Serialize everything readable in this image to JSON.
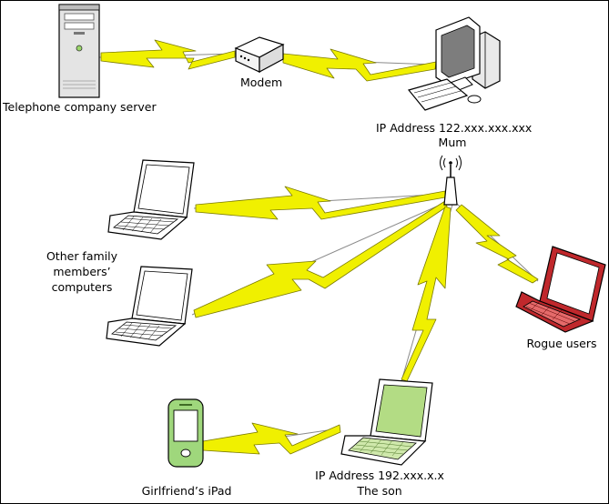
{
  "colors": {
    "wireless_link": "#f0f000",
    "link_outline": "#7a7a00",
    "wire": "#8a8a8a",
    "device_body": "#ffffff",
    "device_outline": "#000000",
    "server_body": "#e4e4e4",
    "ipad_green": "#9fd77c",
    "son_laptop_screen": "#b3dc84",
    "rogue_laptop_red": "#c0282c"
  },
  "nodes": {
    "telephone_server": {
      "label": "Telephone company server",
      "icon": "tower-server-icon"
    },
    "modem": {
      "label": "Modem",
      "icon": "modem-icon"
    },
    "mum_pc": {
      "label_line1": "IP Address 122.xxx.xxx.xxx",
      "label_line2": "Mum",
      "icon": "desktop-computer-icon"
    },
    "wifi_router": {
      "icon": "wifi-router-icon"
    },
    "family_computers": {
      "label_line1": "Other family",
      "label_line2": "members’",
      "label_line3": "computers",
      "icon": "laptop-icon"
    },
    "rogue_users": {
      "label": "Rogue users",
      "icon": "red-laptop-icon"
    },
    "son_laptop": {
      "label_line1": "IP Address 192.xxx.x.x",
      "label_line2": "The son",
      "icon": "green-laptop-icon"
    },
    "girlfriend_ipad": {
      "label": "Girlfriend’s iPad",
      "icon": "tablet-icon"
    }
  },
  "links": [
    {
      "from": "telephone_server",
      "to": "modem",
      "kind": "lightning"
    },
    {
      "from": "modem",
      "to": "mum_pc",
      "kind": "lightning"
    },
    {
      "from": "wifi_router",
      "to": "family_computers",
      "kind": "lightning"
    },
    {
      "from": "wifi_router",
      "to": "family_computers",
      "kind": "lightning"
    },
    {
      "from": "wifi_router",
      "to": "rogue_users",
      "kind": "lightning"
    },
    {
      "from": "wifi_router",
      "to": "son_laptop",
      "kind": "lightning"
    },
    {
      "from": "son_laptop",
      "to": "girlfriend_ipad",
      "kind": "lightning"
    }
  ]
}
